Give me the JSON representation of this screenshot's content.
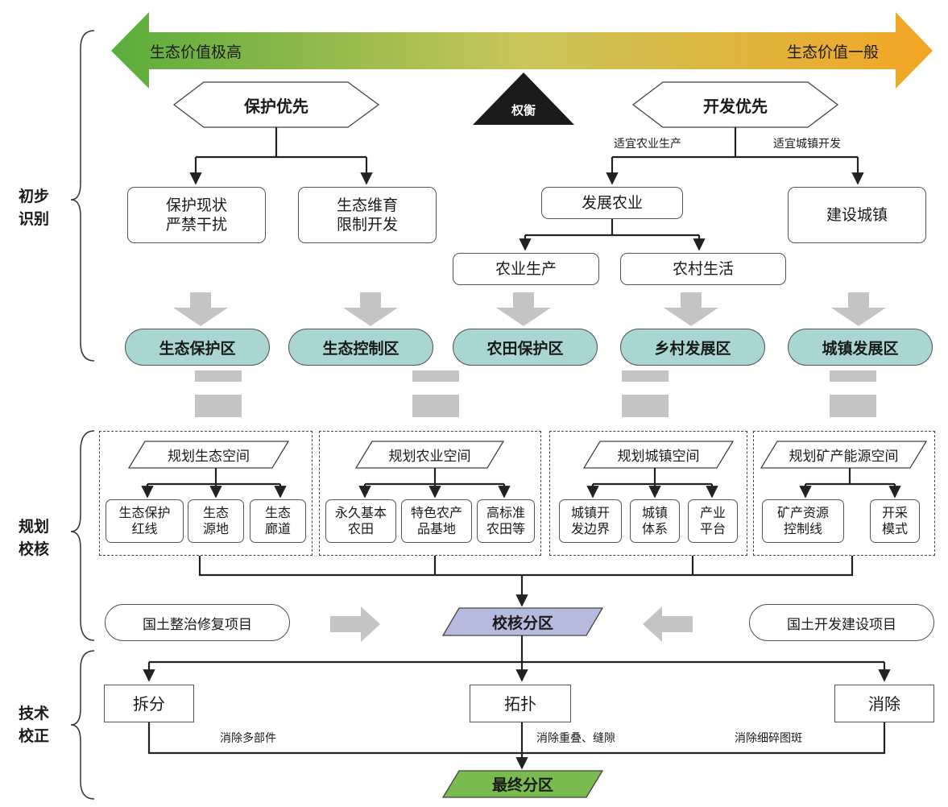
{
  "top_axis": {
    "left_label": "生态价值极高",
    "right_label": "生态价值一般",
    "color_left": "#5aad3c",
    "color_right": "#f3a524"
  },
  "section_labels": [
    "初步\n识别",
    "规划\n校核",
    "技术\n校正"
  ],
  "priority": {
    "protect": "保护优先",
    "balance": "权衡",
    "develop": "开发优先"
  },
  "develop_branches": {
    "agri": "适宜农业生产",
    "town": "适宜城镇开发"
  },
  "boxes": {
    "protect_status": "保护现状\n严禁干扰",
    "eco_nurture": "生态维育\n限制开发",
    "develop_agri": "发展农业",
    "build_town": "建设城镇",
    "agri_production": "农业生产",
    "rural_life": "农村生活"
  },
  "zones": [
    "生态保护区",
    "生态控制区",
    "农田保护区",
    "乡村发展区",
    "城镇发展区"
  ],
  "plans": [
    {
      "title": "规划生态空间",
      "items": [
        "生态保护\n红线",
        "生态\n源地",
        "生态\n廊道"
      ]
    },
    {
      "title": "规划农业空间",
      "items": [
        "永久基本\n农田",
        "特色农产\n品基地",
        "高标准\n农田等"
      ]
    },
    {
      "title": "规划城镇空间",
      "items": [
        "城镇开\n发边界",
        "城镇\n体系",
        "产业\n平台"
      ]
    },
    {
      "title": "规划矿产能源空间",
      "items": [
        "矿产资源\n控制线",
        "开采\n模式"
      ]
    }
  ],
  "projects": {
    "left": "国土整治修复项目",
    "right": "国土开发建设项目"
  },
  "check_zone": "校核分区",
  "tech": {
    "split": "拆分",
    "split_note": "消除多部件",
    "topology": "拓扑",
    "topology_note": "消除重叠、缝隙",
    "eliminate": "消除",
    "eliminate_note": "消除细碎图斑"
  },
  "final_zone": "最终分区",
  "colors": {
    "zone_fill": "#a9d6d3",
    "check_fill": "#b7badf",
    "final_fill": "#79bb4f",
    "gray_arrow": "#c4c4c4",
    "balance_fill": "#1a1a1a"
  }
}
